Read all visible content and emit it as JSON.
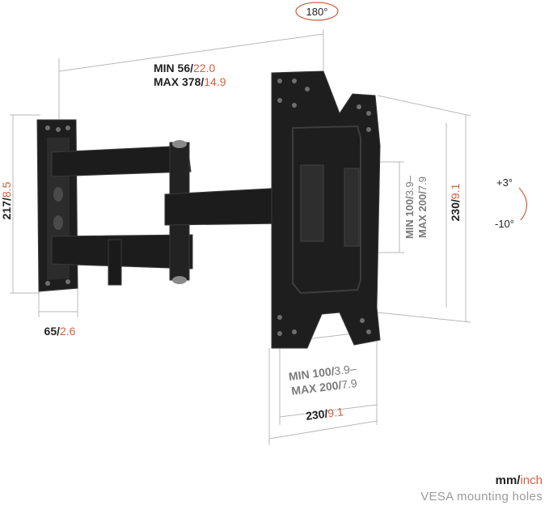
{
  "colors": {
    "mm": "#222222",
    "inch": "#d0603c",
    "dim_line": "#b8b8b8",
    "metal": "#1e1e1e",
    "metal_edge": "#3a3a3a",
    "hole": "#6f6f6f"
  },
  "rotation": {
    "value": "180°"
  },
  "arm_extension": {
    "min_mm": "MIN 56/",
    "min_inch": "22.0",
    "max_mm": "MAX 378/",
    "max_inch": "14.9"
  },
  "wall_plate_height": {
    "mm": "217/",
    "inch": "8.5"
  },
  "wall_plate_width": {
    "mm": "65/",
    "inch": "2.6"
  },
  "vesa_vertical": {
    "min_mm": "MIN 100/",
    "min_inch": "3.9–",
    "max_mm": "MAX 200/",
    "max_inch": "7.9"
  },
  "plate_height": {
    "mm": "230/",
    "inch": "9.1"
  },
  "tilt": {
    "up": "+3°",
    "down": "-10°"
  },
  "vesa_horizontal": {
    "min_mm": "MIN 100/",
    "min_inch": "3.9–",
    "max_mm": "MAX 200/",
    "max_inch": "7.9"
  },
  "plate_width": {
    "mm": "230/",
    "inch": "9.1"
  },
  "legend": {
    "mm": "mm/",
    "inch": "inch",
    "caption": "VESA mounting holes"
  }
}
